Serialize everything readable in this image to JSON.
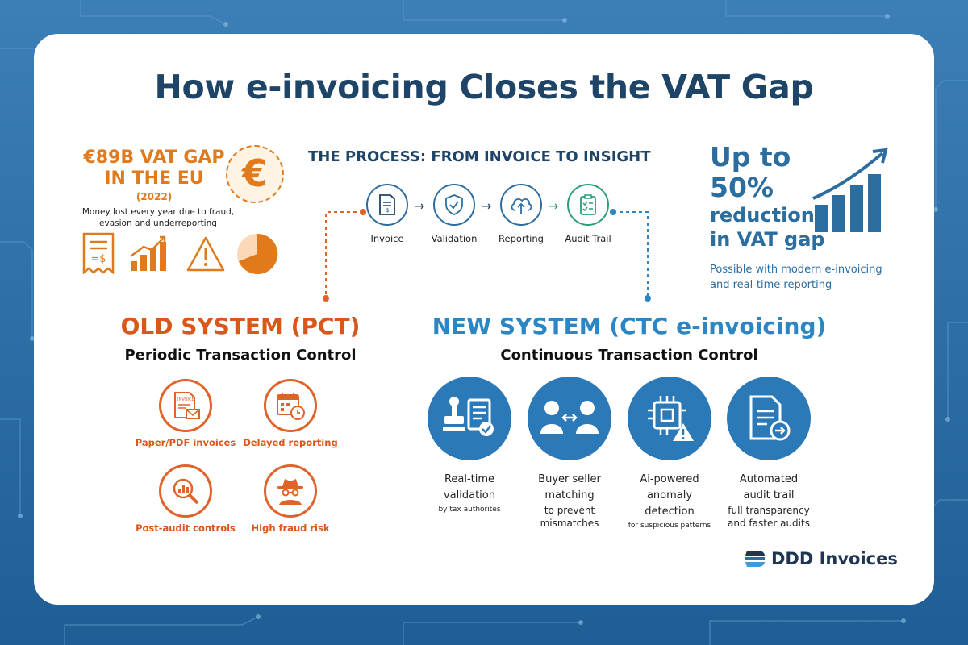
{
  "title": "How e-invoicing Closes the VAT Gap",
  "vat_gap": {
    "headline_line1": "€89B VAT GAP",
    "headline_line2": "IN THE EU",
    "year": "(2022)",
    "description_line1": "Money lost every year due to fraud,",
    "description_line2": "evasion and underreporting",
    "accent_color": "#e07a1c",
    "icons": [
      "receipt-icon",
      "bar-chart-icon",
      "warning-icon",
      "pie-chart-icon"
    ]
  },
  "process": {
    "title": "THE PROCESS: FROM INVOICE TO INSIGHT",
    "steps": [
      {
        "label": "Invoice",
        "icon": "invoice-icon"
      },
      {
        "label": "Validation",
        "icon": "shield-check-icon"
      },
      {
        "label": "Reporting",
        "icon": "cloud-upload-icon"
      },
      {
        "label": "Audit Trail",
        "icon": "clipboard-check-icon"
      }
    ]
  },
  "stat": {
    "line1": "Up to",
    "line2": "50%",
    "line3": "reduction",
    "line4": "in VAT gap",
    "description_line1": "Possible with modern e-invoicing",
    "description_line2": "and real-time reporting",
    "color": "#2c6da0"
  },
  "old_system": {
    "title": "OLD SYSTEM (PCT)",
    "subtitle": "Periodic Transaction Control",
    "color": "#d9571a",
    "items": [
      {
        "label": "Paper/PDF invoices",
        "icon": "paper-invoice-icon"
      },
      {
        "label": "Delayed reporting",
        "icon": "calendar-clock-icon"
      },
      {
        "label": "Post-audit controls",
        "icon": "magnifier-chart-icon"
      },
      {
        "label": "High fraud risk",
        "icon": "spy-icon"
      }
    ]
  },
  "new_system": {
    "title": "NEW SYSTEM (CTC e-invoicing)",
    "subtitle": "Continuous Transaction Control",
    "color": "#2c86c4",
    "items": [
      {
        "line1": "Real-time",
        "line2": "validation",
        "line3": "by tax authorites",
        "icon": "stamp-document-icon"
      },
      {
        "line1": "Buyer seller",
        "line2": "matching",
        "line3": "to prevent",
        "line4": "mismatches",
        "icon": "two-users-icon"
      },
      {
        "line1": "Ai-powered",
        "line2": "anomaly",
        "line3": "detection",
        "line4": "for suspicious patterns",
        "icon": "chip-warning-icon"
      },
      {
        "line1": "Automated",
        "line2": "audit trail",
        "line3": "full transparency",
        "line4": "and faster audits",
        "icon": "document-export-icon"
      }
    ]
  },
  "logo": {
    "text": "DDD Invoices"
  }
}
